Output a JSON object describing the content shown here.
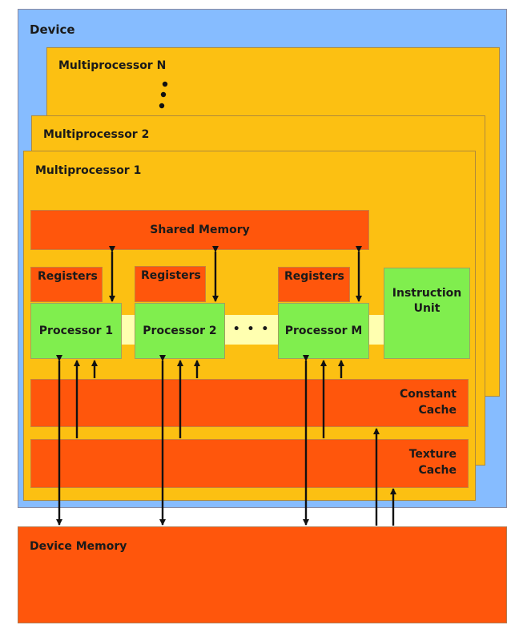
{
  "device": {
    "label": "Device"
  },
  "multiprocessors": [
    {
      "label": "Multiprocessor N"
    },
    {
      "label": "Multiprocessor 2"
    },
    {
      "label": "Multiprocessor 1"
    }
  ],
  "ellipsis_vertical": "⋮",
  "shared_memory": {
    "label": "Shared Memory"
  },
  "registers": [
    {
      "label": "Registers"
    },
    {
      "label": "Registers"
    },
    {
      "label": "Registers"
    }
  ],
  "processors": [
    {
      "label": "Processor 1"
    },
    {
      "label": "Processor 2"
    },
    {
      "label": "Processor M"
    }
  ],
  "processor_ellipsis": "• • •",
  "instruction_unit": {
    "label_line1": "Instruction",
    "label_line2": "Unit"
  },
  "constant_cache": {
    "label_line1": "Constant",
    "label_line2": "Cache"
  },
  "texture_cache": {
    "label_line1": "Texture",
    "label_line2": "Cache"
  },
  "device_memory": {
    "label": "Device Memory"
  },
  "colors": {
    "device": "#86bcff",
    "multiprocessor": "#fcc012",
    "memory": "#ff560c",
    "processor": "#80ee4e",
    "bus": "#ffffb0"
  }
}
